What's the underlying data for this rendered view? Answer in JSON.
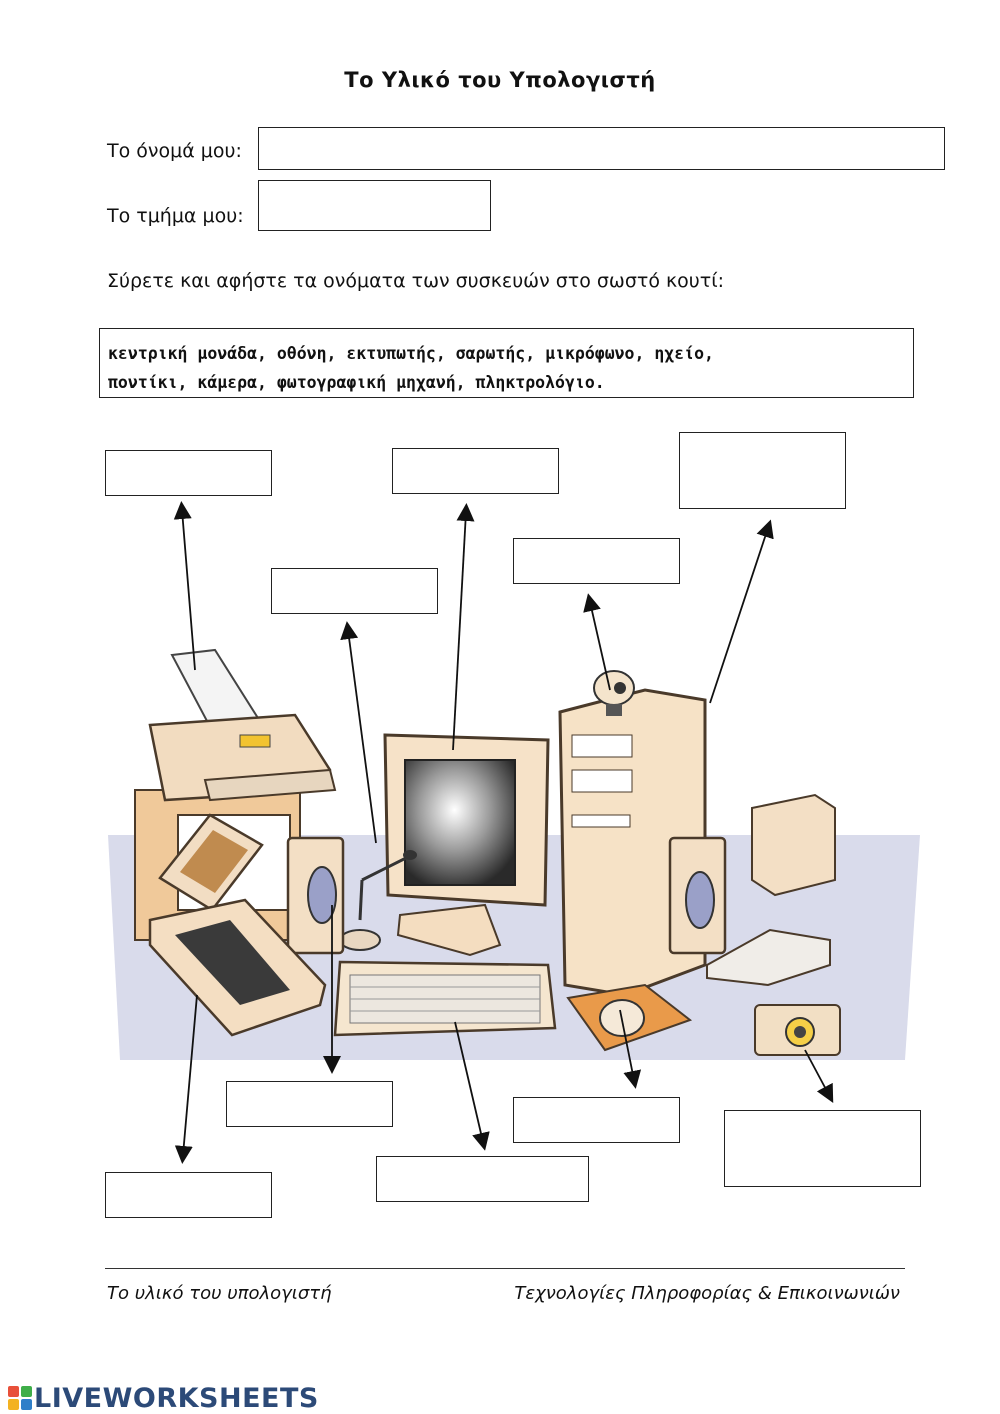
{
  "header": {
    "title": "Το Υλικό του Υπολογιστή"
  },
  "form": {
    "name_label": "Το όνομά μου:",
    "name_value": "",
    "class_label": "Το τμήμα μου:",
    "class_value": ""
  },
  "instructions": "Σύρετε και αφήστε τα ονόματα των συσκευών στο σωστό κουτί:",
  "word_bank": {
    "line1": "κεντρική μονάδα, οθόνη, εκτυπωτής, σαρωτής, μικρόφωνο, ηχείο,",
    "line2": "ποντίκι, κάμερα, φωτογραφική μηχανή, πληκτρολόγιο."
  },
  "drop_boxes": [
    {
      "target": "printer",
      "value": ""
    },
    {
      "target": "monitor",
      "value": ""
    },
    {
      "target": "system-unit",
      "value": ""
    },
    {
      "target": "webcam",
      "value": ""
    },
    {
      "target": "microphone",
      "value": ""
    },
    {
      "target": "speaker",
      "value": ""
    },
    {
      "target": "scanner",
      "value": ""
    },
    {
      "target": "keyboard",
      "value": ""
    },
    {
      "target": "mouse",
      "value": ""
    },
    {
      "target": "digital-camera",
      "value": ""
    }
  ],
  "footer": {
    "left": "Το υλικό του υπολογιστή",
    "right": "Τεχνολογίες Πληροφορίας & Επικοινωνιών"
  },
  "branding": {
    "logo_text": "LIVEWORKSHEETS",
    "logo_icon": "liveworksheets-icon"
  }
}
